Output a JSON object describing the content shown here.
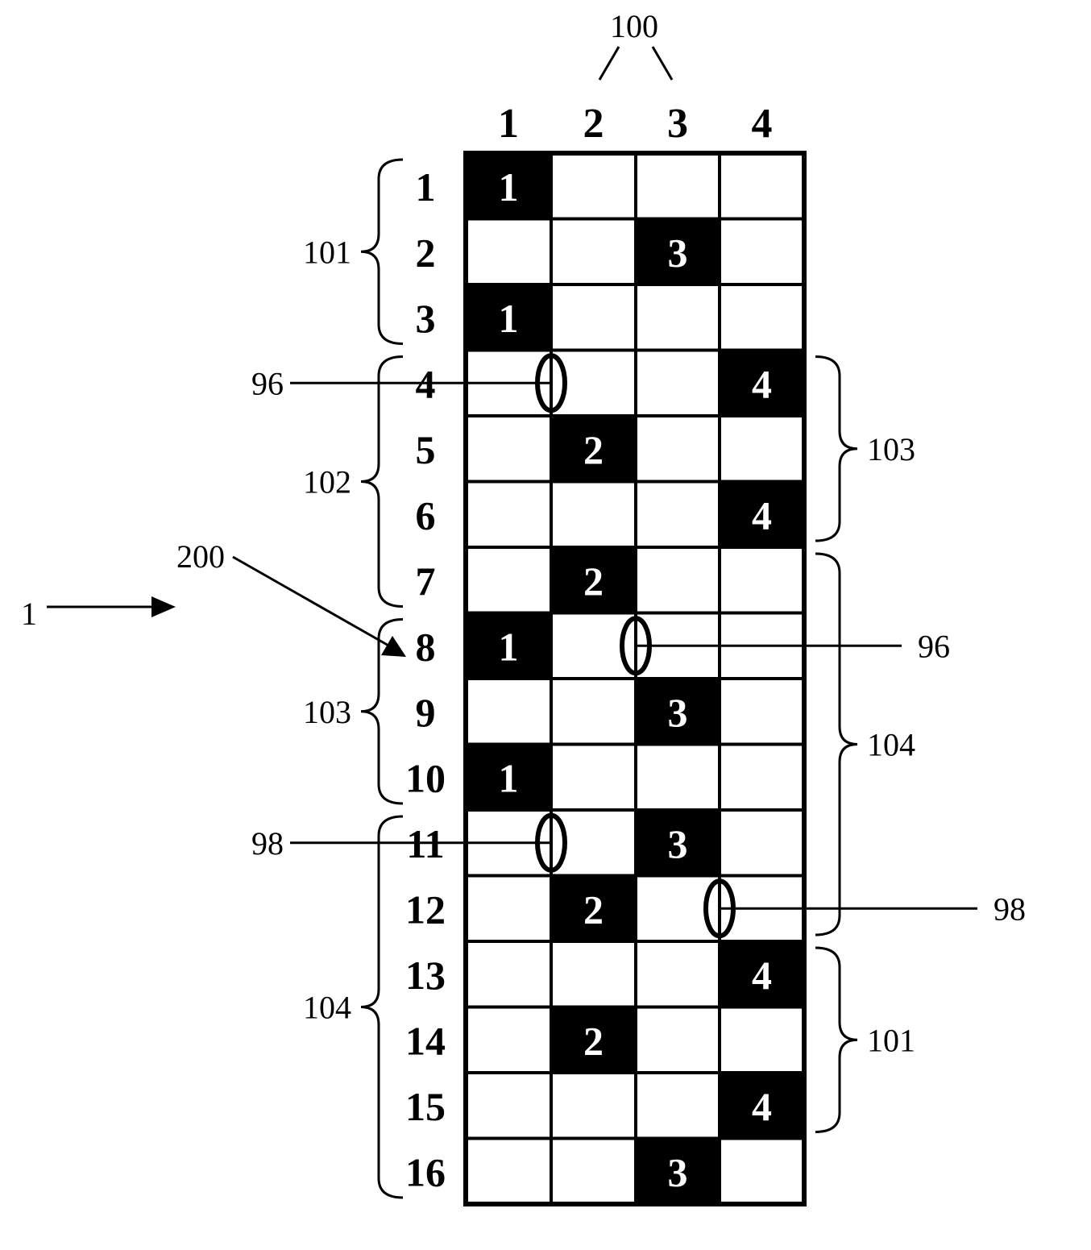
{
  "figure": {
    "grid_label": "100",
    "pointer_label": "1",
    "arrow_label": "200",
    "column_headers": [
      "1",
      "2",
      "3",
      "4"
    ],
    "row_headers": [
      "1",
      "2",
      "3",
      "4",
      "5",
      "6",
      "7",
      "8",
      "9",
      "10",
      "11",
      "12",
      "13",
      "14",
      "15",
      "16"
    ],
    "cells": [
      [
        "1",
        "",
        "",
        ""
      ],
      [
        "",
        "",
        "3",
        ""
      ],
      [
        "1",
        "",
        "",
        ""
      ],
      [
        "",
        "",
        "",
        "4"
      ],
      [
        "",
        "2",
        "",
        ""
      ],
      [
        "",
        "",
        "",
        "4"
      ],
      [
        "",
        "2",
        "",
        ""
      ],
      [
        "1",
        "",
        "",
        ""
      ],
      [
        "",
        "",
        "3",
        ""
      ],
      [
        "1",
        "",
        "",
        ""
      ],
      [
        "",
        "",
        "3",
        ""
      ],
      [
        "",
        "2",
        "",
        ""
      ],
      [
        "",
        "",
        "",
        "4"
      ],
      [
        "",
        "2",
        "",
        ""
      ],
      [
        "",
        "",
        "",
        "4"
      ],
      [
        "",
        "",
        "3",
        ""
      ]
    ],
    "left_braces": [
      {
        "label": "101",
        "from_row": 1,
        "to_row": 3
      },
      {
        "label": "102",
        "from_row": 4,
        "to_row": 7
      },
      {
        "label": "103",
        "from_row": 8,
        "to_row": 10
      },
      {
        "label": "104",
        "from_row": 11,
        "to_row": 16
      }
    ],
    "right_braces": [
      {
        "label": "103",
        "from_row": 4,
        "to_row": 6
      },
      {
        "label": "104",
        "from_row": 7,
        "to_row": 12
      },
      {
        "label": "101",
        "from_row": 13,
        "to_row": 15
      }
    ],
    "markers": [
      {
        "label": "96",
        "row": 4,
        "boundary": 1,
        "side": "left"
      },
      {
        "label": "96",
        "row": 8,
        "boundary": 2,
        "side": "right"
      },
      {
        "label": "98",
        "row": 11,
        "boundary": 1,
        "side": "left"
      },
      {
        "label": "98",
        "row": 12,
        "boundary": 3,
        "side": "right"
      }
    ],
    "colors": {
      "ink": "#000000",
      "paper": "#ffffff"
    }
  }
}
